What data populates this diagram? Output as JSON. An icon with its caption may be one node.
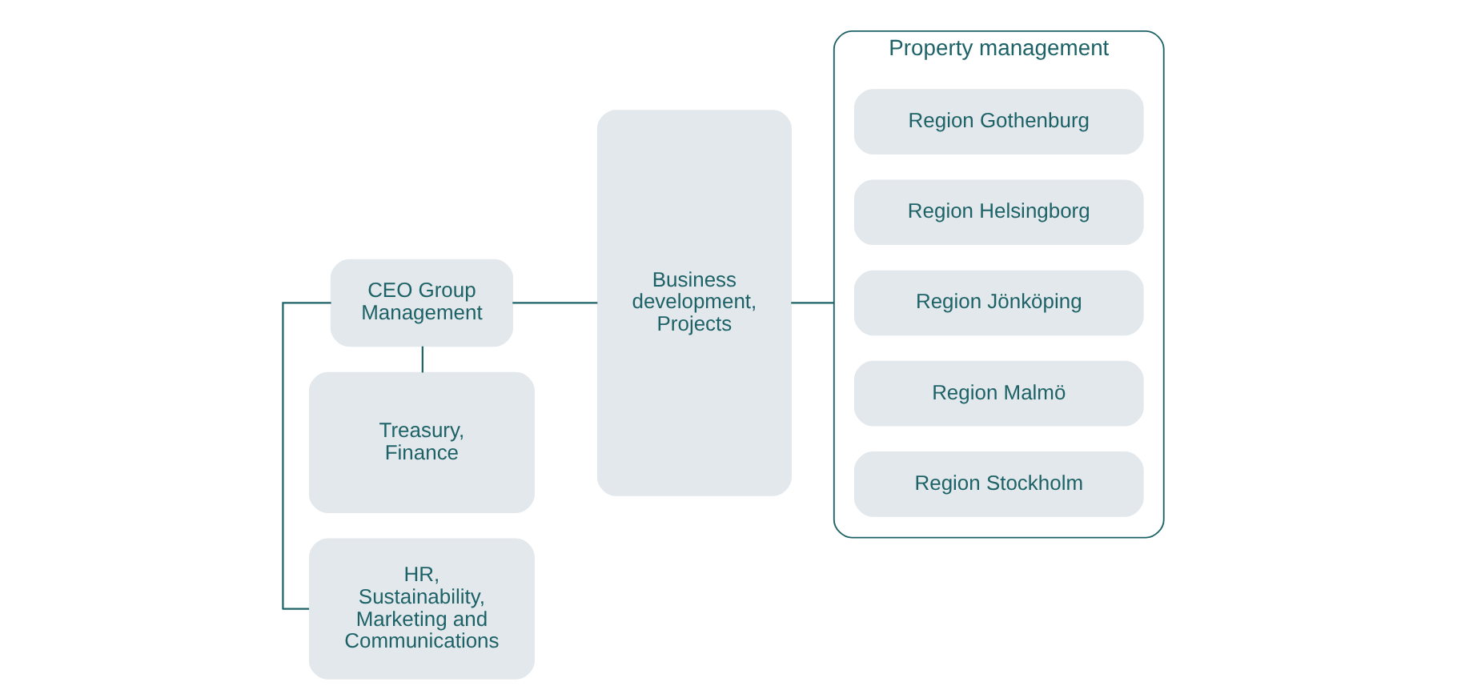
{
  "diagram": {
    "nodes": [
      {
        "text": [
          "CEO Group Management"
        ]
      },
      {
        "text": [
          "Treasury, Finance"
        ]
      },
      {
        "text": [
          "HR, Sustainability, Marketing and Communications"
        ]
      },
      {
        "text": [
          "Business development, Projects"
        ]
      },
      {
        "text": [
          "Property management"
        ]
      },
      {
        "text": [
          "Region Gothenburg"
        ],
        "in": 4
      },
      {
        "text": [
          "Region Helsingborg"
        ],
        "in": 4
      },
      {
        "text": [
          "Region Jönköping"
        ],
        "in": 4
      },
      {
        "text": [
          "Region Malmö"
        ],
        "in": 4
      },
      {
        "text": [
          "Region Stockholm"
        ],
        "in": 4
      }
    ],
    "edges": [
      {
        "from": 0,
        "to": 1,
        "arrow": "none"
      },
      {
        "from": 0,
        "to": 2,
        "arrow": "none"
      },
      {
        "from": 0,
        "to": 3,
        "arrow": "none"
      },
      {
        "from": 3,
        "to": 4,
        "arrow": "none"
      }
    ]
  }
}
